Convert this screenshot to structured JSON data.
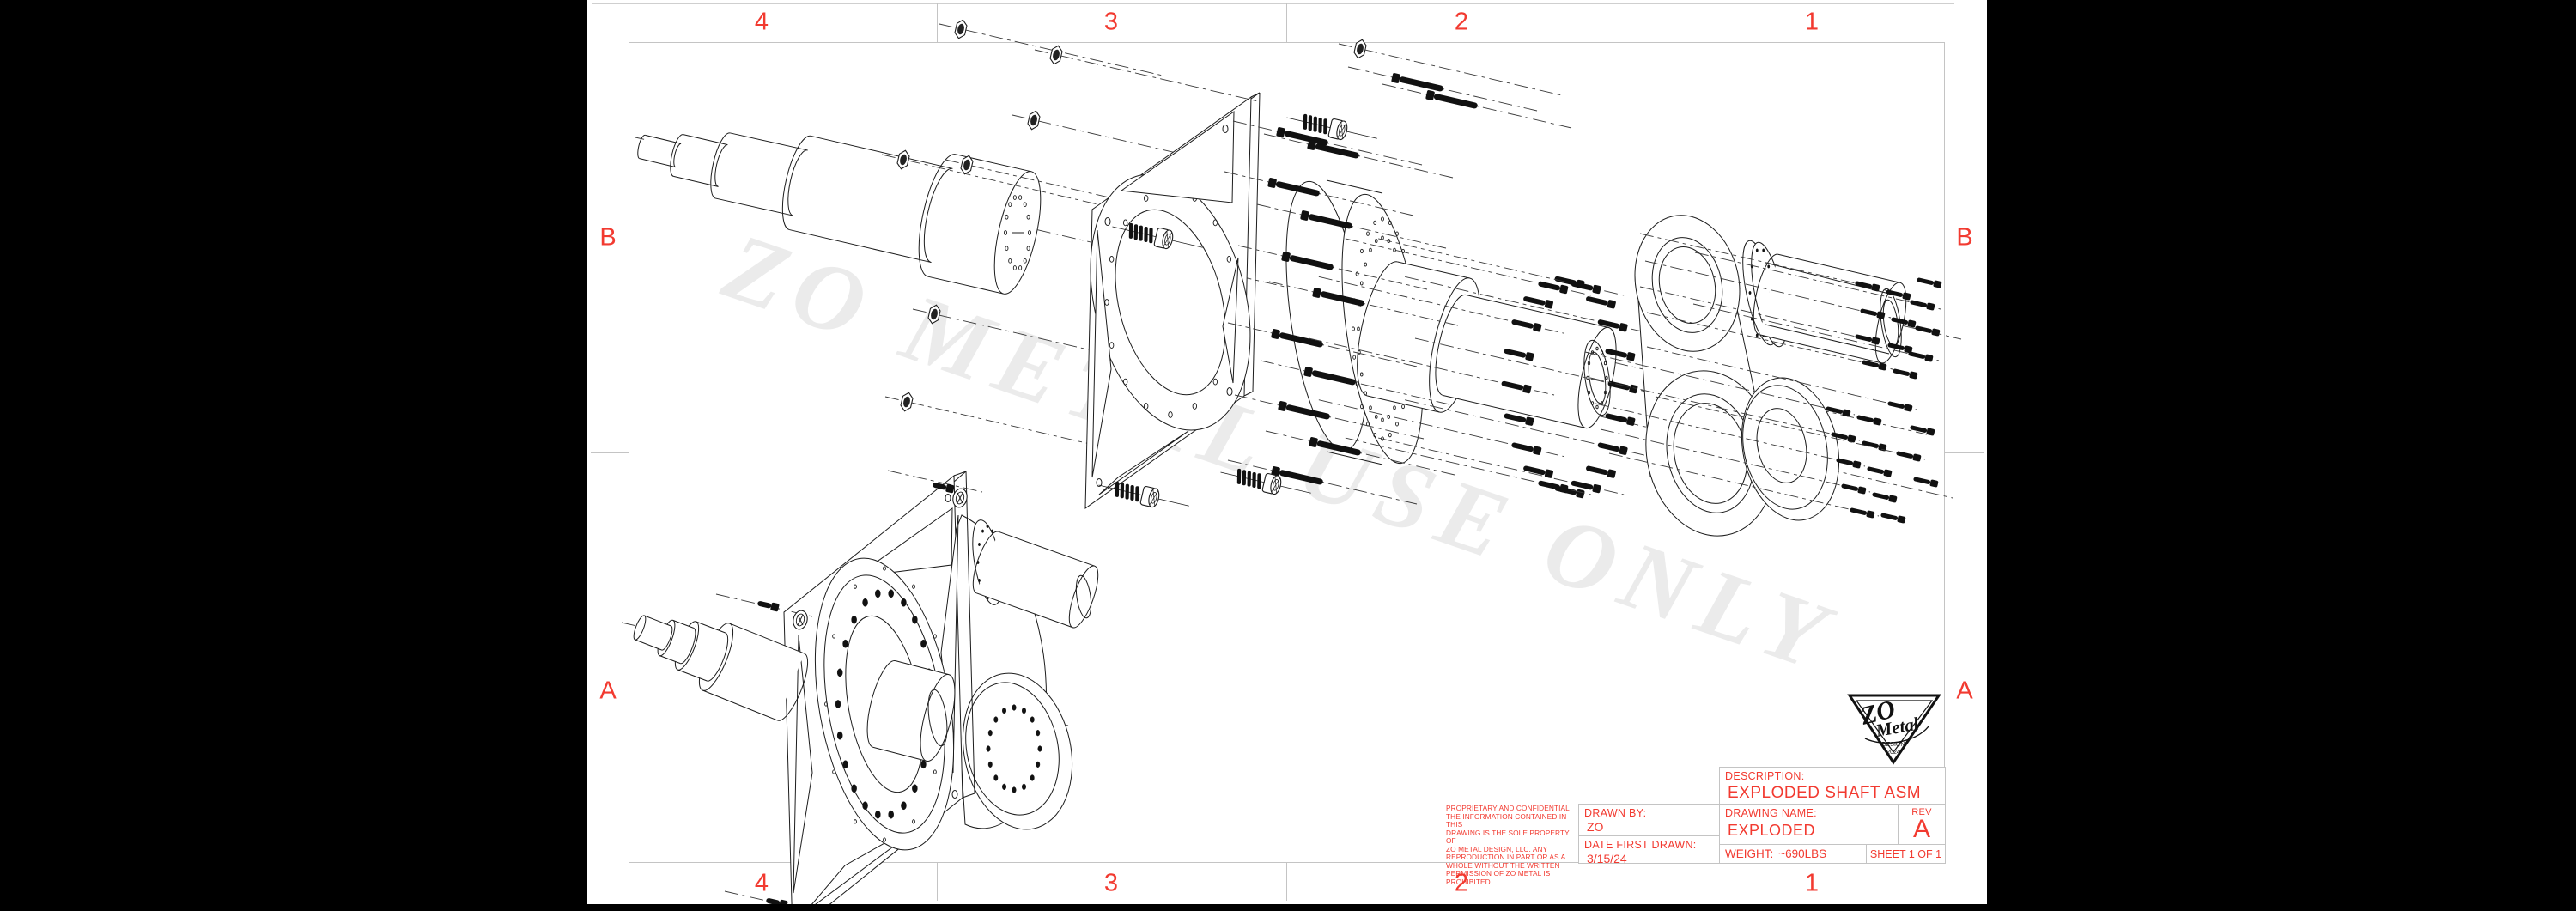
{
  "sheet": {
    "zones": {
      "top": [
        "4",
        "3",
        "2",
        "1"
      ],
      "bottom": [
        "4",
        "3",
        "2",
        "1"
      ],
      "left": [
        "B",
        "A"
      ],
      "right": [
        "B",
        "A"
      ]
    },
    "watermark": "ZO METAL USE ONLY",
    "colors": {
      "accent_red": "#f23a30",
      "border_gray": "#c4c4c4",
      "ink": "#1c1c1c",
      "background": "#000000"
    }
  },
  "logo": {
    "top": "ZO",
    "script": "Metal",
    "sub": "DESIGN",
    "year": "2024"
  },
  "title_block": {
    "proprietary_lines": [
      "PROPRIETARY AND CONFIDENTIAL",
      "THE INFORMATION CONTAINED IN THIS",
      "DRAWING IS THE SOLE PROPERTY OF",
      "ZO METAL DESIGN, LLC.  ANY",
      "REPRODUCTION IN PART OR AS A",
      "WHOLE WITHOUT THE WRITTEN",
      "PERMISSION OF ZO METAL IS PROHIBITED."
    ],
    "drawn_by_label": "DRAWN BY:",
    "drawn_by_value": "ZO",
    "date_label": "DATE FIRST DRAWN:",
    "date_value": "3/15/24",
    "description_label": "DESCRIPTION:",
    "description_value": "EXPLODED SHAFT ASM",
    "drawing_name_label": "DRAWING NAME:",
    "drawing_name_value": "EXPLODED",
    "rev_label": "REV",
    "rev_value": "A",
    "weight_label": "WEIGHT:",
    "weight_value": "~690LBS",
    "sheet_label": "SHEET 1 OF 1"
  }
}
